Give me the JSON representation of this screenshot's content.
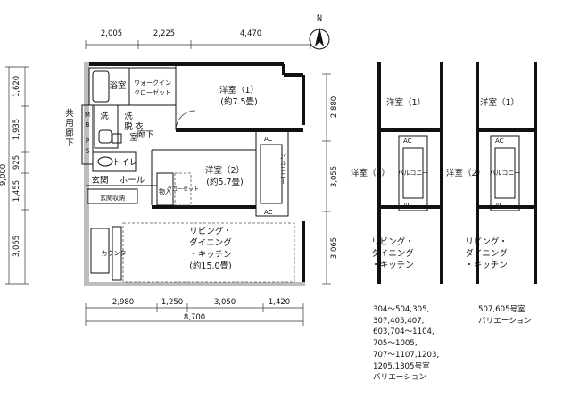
{
  "compass": {
    "label": "N"
  },
  "dimensions": {
    "top": [
      "2,005",
      "2,225",
      "4,470"
    ],
    "bottom_segments": [
      "2,980",
      "1,250",
      "3,050",
      "1,420"
    ],
    "bottom_total": "8,700",
    "left_segments": [
      "1,620",
      "1,935",
      "925",
      "1,455",
      "3,065"
    ],
    "left_total": "9,000",
    "right_segments": [
      "2,880",
      "3,055",
      "3,065"
    ]
  },
  "rooms": {
    "bath": "浴室",
    "walk_in_line1": "ウォークイン",
    "walk_in_line2": "クローゼット",
    "western1_line1": "洋室（1）",
    "western1_line2": "(約7.5畳)",
    "wash": "洗",
    "dressing_line1": "洗",
    "dressing_line2": "脱",
    "dressing_line3": "衣",
    "dressing_line4": "室",
    "corridor": "廊下",
    "shared_corridor_line1": "共",
    "shared_corridor_line2": "用",
    "shared_corridor_line3": "廊",
    "shared_corridor_line4": "下",
    "mb_ps_line1": "M",
    "mb_ps_line2": "B",
    "mb_ps_line3": "P",
    "mb_ps_line4": "S",
    "toilet": "トイレ",
    "western2_line1": "洋室（2）",
    "western2_line2": "(約5.7畳)",
    "balcony": "バルコニー",
    "entrance": "玄関",
    "hall": "ホール",
    "storage": "物入",
    "closet": "クローゼット",
    "entrance_storage": "玄関収納",
    "living_line1": "リビング・",
    "living_line2": "ダイニング",
    "living_line3": "・キッチン",
    "living_line4": "(約15.0畳)",
    "counter": "カウンター",
    "ac": "AC"
  },
  "variant_a": {
    "western1": "洋室（1）",
    "western2": "洋室（2）",
    "balcony": "バルコニー",
    "living_line1": "リビング・",
    "living_line2": "ダイニング",
    "living_line3": "・キッチン",
    "ac": "AC",
    "note_lines": [
      "304〜504,305,",
      "307,405,407,",
      "603,704〜1104,",
      "705〜1005,",
      "707〜1107,1203,",
      "1205,1305号室",
      "バリエーション"
    ]
  },
  "variant_b": {
    "western1": "洋室（1）",
    "western2": "洋室（2）",
    "balcony": "バルコニー",
    "living_line1": "リビング・",
    "living_line2": "ダイニング",
    "living_line3": "・キッチン",
    "ac": "AC",
    "note_lines": [
      "507,605号室",
      "バリエーション"
    ]
  }
}
